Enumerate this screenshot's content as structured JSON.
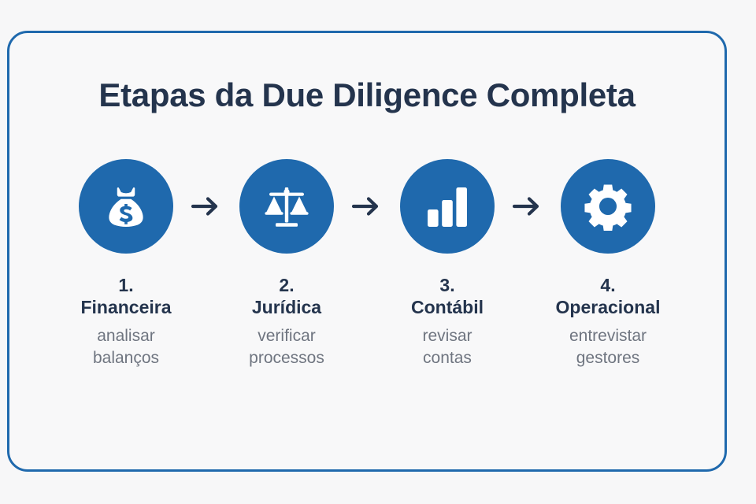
{
  "page": {
    "background_color": "#f7f7f8",
    "card_border_color": "#1f69ad",
    "accent_color": "#1f69ad",
    "heading_color": "#24344d",
    "muted_color": "#6f7580"
  },
  "header": {
    "title": "Etapas da Due Diligence Completa"
  },
  "flow": {
    "arrow_icon": "arrow-right-icon",
    "steps": [
      {
        "number": "1.",
        "title": "Financeira",
        "desc_line1": "analisar",
        "desc_line2": "balanços",
        "icon": "money-bag-icon"
      },
      {
        "number": "2.",
        "title": "Jurídica",
        "desc_line1": "verificar",
        "desc_line2": "processos",
        "icon": "scales-of-justice-icon"
      },
      {
        "number": "3.",
        "title": "Contábil",
        "desc_line1": "revisar",
        "desc_line2": "contas",
        "icon": "bar-chart-icon"
      },
      {
        "number": "4.",
        "title": "Operacional",
        "desc_line1": "entrevistar",
        "desc_line2": "gestores",
        "icon": "gear-icon"
      }
    ]
  }
}
